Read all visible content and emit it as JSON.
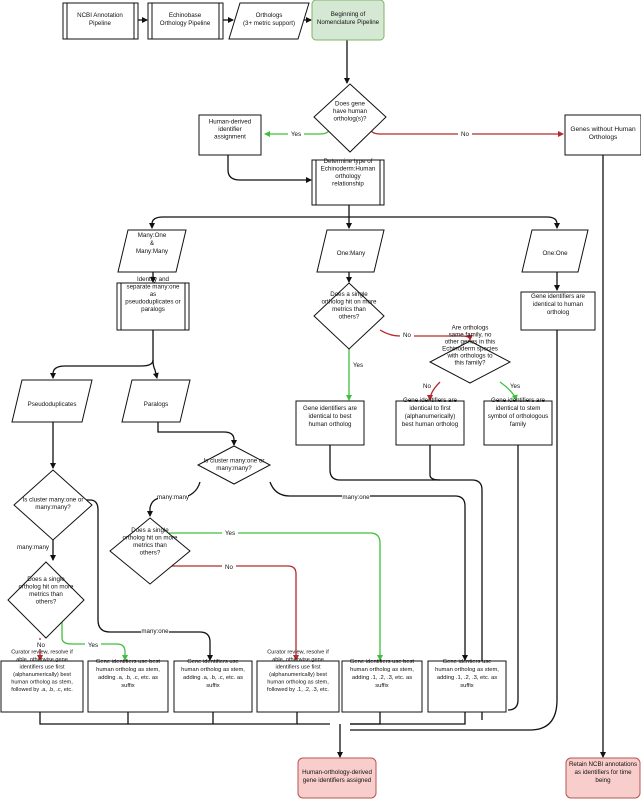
{
  "colors": {
    "line": "#111111",
    "yes": "#3fbf3f",
    "no": "#b52a2a",
    "start_fill": "#d5e8d4",
    "start_stroke": "#82b366",
    "end_fill": "#f8cecc",
    "end_stroke": "#b85450",
    "box_fill": "#ffffff",
    "box_stroke": "#111111"
  },
  "nodes": {
    "ncbi": [
      "NCBI Annotation",
      "Pipeline"
    ],
    "echinobase": [
      "Echinobase",
      "Orthology Pipeline"
    ],
    "orthologs": [
      "Orthologs",
      "(3+ metric support)"
    ],
    "beginning": [
      "Beginning of",
      "Nomenclature Pipeline"
    ],
    "q_human": [
      "Does gene",
      "have human",
      "ortholog(s)?"
    ],
    "human_derived": [
      "Human-derived",
      "identifier",
      "assignment"
    ],
    "no_human": [
      "Genes without Human",
      "Orthologs"
    ],
    "determine": [
      "Determine type of",
      "Echinoderm:Human",
      "orthology",
      "relationship"
    ],
    "many_one": [
      "Many:One",
      "&",
      "Many:Many"
    ],
    "one_many": [
      "One:Many"
    ],
    "one_one": [
      "One:One"
    ],
    "identify": [
      "Identify and",
      "separate many:one",
      "as",
      "pseudoduplicates or",
      "paralogs"
    ],
    "q_single_om": [
      "Does a single",
      "ortholog hit on more",
      "metrics than",
      "others?"
    ],
    "q_same_family": [
      "Are orthologs",
      "same family, no",
      "other genes in this",
      "Echinoderm species",
      "with orthologs to",
      "this family?"
    ],
    "identical_oo": [
      "Gene identifiers are",
      "identical to human",
      "ortholog"
    ],
    "best_om": [
      "Gene identifiers are",
      "identical to best",
      "human ortholog"
    ],
    "first_alpha": [
      "Gene identifiers are",
      "identical to first",
      "(alphanumerically)",
      "best human ortholog"
    ],
    "stem_family": [
      "Gene identifiers are",
      "identical to stem",
      "symbol of orthologous",
      "family"
    ],
    "pseudo": [
      "Pseudoduplicates"
    ],
    "paralogs": [
      "Paralogs"
    ],
    "q_cluster_pseudo": [
      "Is cluster many:one or",
      "many:many?"
    ],
    "q_cluster_para": [
      "Is cluster many:one or",
      "many:many?"
    ],
    "q_single_pseudo": [
      "Does a single",
      "ortholog hit on more",
      "metrics than",
      "others?"
    ],
    "q_single_para": [
      "Does a single",
      "ortholog hit on more",
      "metrics than",
      "others?"
    ],
    "curator_a": [
      "Curator review, resolve if",
      "able, otherwise gene",
      "identifiers use first",
      "(alphanumerically) best",
      "human ortholog as stem,",
      "followed by .a, .b, .c, etc."
    ],
    "stem_a1": [
      "Gene identifiers use best",
      "human ortholog as stem,",
      "adding .a, .b, .c, etc. as",
      "suffix"
    ],
    "stem_a2": [
      "Gene identifiers use",
      "human ortholog as stem,",
      "adding .a, .b, .c, etc. as",
      "suffix"
    ],
    "curator_1": [
      "Curator review, resolve if",
      "able, otherwise gene",
      "identifiers use first",
      "(alphanumerically) best",
      "human ortholog as stem,",
      "followed by .1, .2, .3, etc."
    ],
    "stem_1a": [
      "Gene identifiers use best",
      "human ortholog as stem,",
      "adding .1, .2, .3, etc. as",
      "suffix"
    ],
    "stem_1b": [
      "Gene identiers use",
      "human ortholog as stem,",
      "adding .1, .2, .3, etc. as",
      "suffix"
    ],
    "assigned": [
      "Human-orthology-derived",
      "gene identifiers assigned"
    ],
    "retain": [
      "Retain NCBI annotations",
      "as identifiers for time",
      "being"
    ]
  },
  "edge_labels": {
    "yes": "Yes",
    "no": "No",
    "many_many": "many:many",
    "many_one": "many:one"
  }
}
